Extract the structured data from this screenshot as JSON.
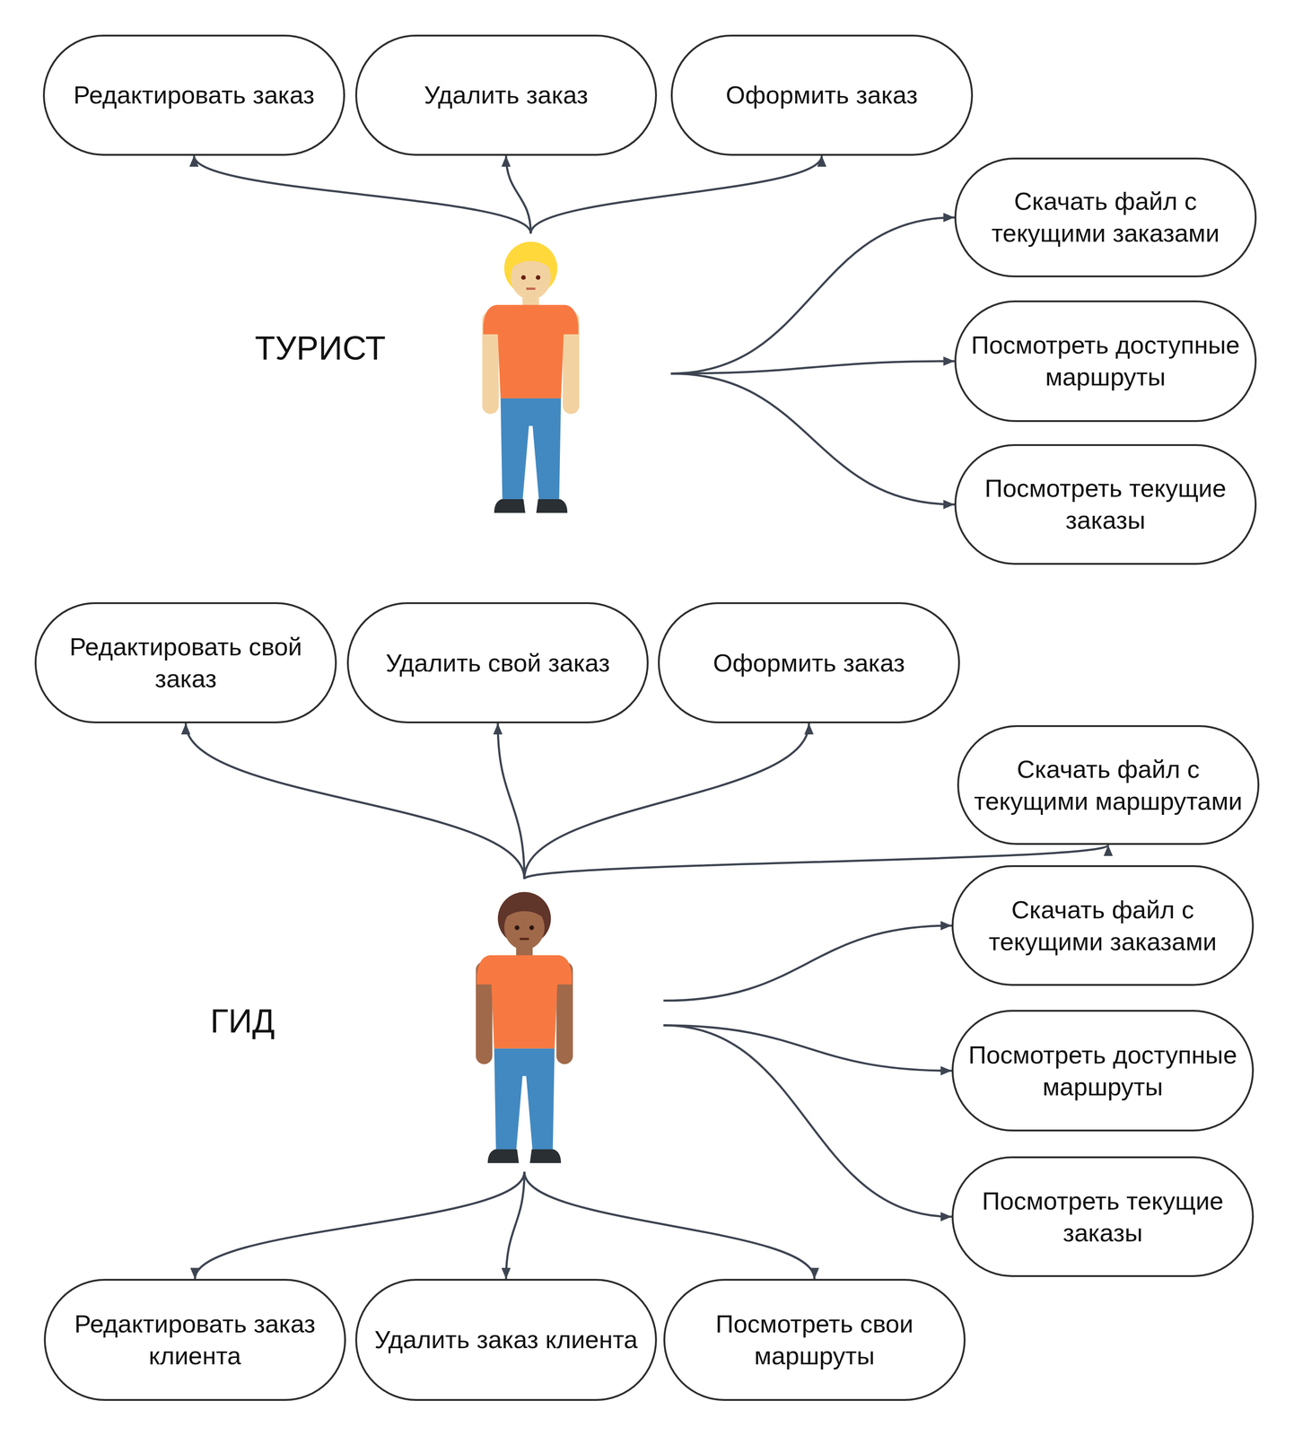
{
  "diagram": {
    "nodes": [
      {
        "text": [
          "Редактировать заказ"
        ]
      },
      {
        "text": [
          "Удалить заказ"
        ]
      },
      {
        "text": [
          "Оформить заказ"
        ]
      },
      {
        "text": [
          "ТУРИСТ"
        ]
      },
      {
        "text": [
          "Скачать файл с текущими заказами"
        ]
      },
      {
        "text": [
          "Посмотреть доступные маршруты"
        ]
      },
      {
        "text": [
          "Посмотреть текущие заказы"
        ]
      },
      {
        "text": [
          "Редактировать свой заказ"
        ]
      },
      {
        "text": [
          "Удалить свой заказ"
        ]
      },
      {
        "text": [
          "Оформить заказ"
        ]
      },
      {
        "text": [
          "ГИД"
        ]
      },
      {
        "text": [
          "Скачать файл с текущими маршрутами"
        ]
      },
      {
        "text": [
          "Скачать файл с текущими заказами"
        ]
      },
      {
        "text": [
          "Посмотреть доступные маршруты"
        ]
      },
      {
        "text": [
          "Посмотреть текущие заказы"
        ]
      },
      {
        "text": [
          "Редактировать заказ клиента"
        ]
      },
      {
        "text": [
          "Удалить заказ клиента"
        ]
      },
      {
        "text": [
          "Посмотреть свои маршруты"
        ]
      }
    ],
    "edges": [
      {
        "from": 3,
        "to": 0,
        "arrow": "to"
      },
      {
        "from": 3,
        "to": 1,
        "arrow": "to"
      },
      {
        "from": 3,
        "to": 2,
        "arrow": "to"
      },
      {
        "from": 3,
        "to": 4,
        "arrow": "to"
      },
      {
        "from": 3,
        "to": 5,
        "arrow": "to"
      },
      {
        "from": 3,
        "to": 6,
        "arrow": "to"
      },
      {
        "from": 10,
        "to": 7,
        "arrow": "to"
      },
      {
        "from": 10,
        "to": 8,
        "arrow": "to"
      },
      {
        "from": 10,
        "to": 9,
        "arrow": "to"
      },
      {
        "from": 10,
        "to": 11,
        "arrow": "to"
      },
      {
        "from": 10,
        "to": 12,
        "arrow": "to"
      },
      {
        "from": 10,
        "to": 13,
        "arrow": "to"
      },
      {
        "from": 10,
        "to": 14,
        "arrow": "to"
      },
      {
        "from": 10,
        "to": 15,
        "arrow": "to"
      },
      {
        "from": 10,
        "to": 16,
        "arrow": "to"
      },
      {
        "from": 10,
        "to": 17,
        "arrow": "to"
      }
    ]
  }
}
